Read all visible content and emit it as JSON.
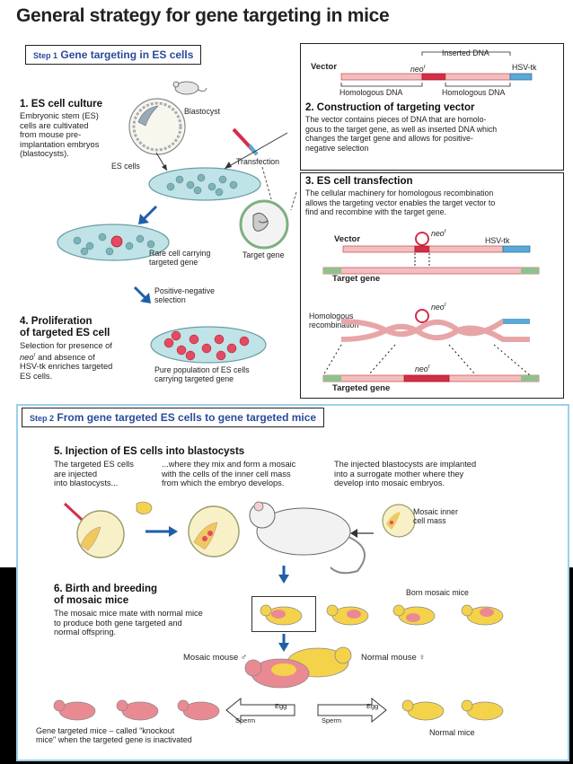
{
  "title": "General strategy for gene targeting in mice",
  "step1": {
    "step": "Step 1",
    "label": "Gene targeting in ES cells"
  },
  "step2": {
    "step": "Step 2",
    "label": "From gene targeted ES cells to gene targeted mice"
  },
  "s1": {
    "heading": "1. ES cell culture",
    "text": [
      "Embryonic stem (ES)",
      "cells are cultivated",
      "from mouse pre-",
      "implantation embryos",
      "(blastocysts)."
    ],
    "blastocyst": "Blastocyst",
    "es_cells": "ES cells",
    "transfection": "Transfection",
    "rare_cell": [
      "Rare cell carrying",
      "targeted gene"
    ],
    "target_gene": "Target gene",
    "selection": [
      "Positive-negative",
      "selection"
    ]
  },
  "s2": {
    "heading": "2. Construction of targeting vector",
    "text": [
      "The vector contains pieces of DNA that are homolo-",
      "gous to the target gene, as well as inserted DNA which",
      "changes the target gene and allows for positive-",
      "negative selection"
    ],
    "vector": "Vector",
    "inserted_dna": "Inserted DNA",
    "neo": "neo",
    "hsv": "HSV-tk",
    "homologous_left": "Homologous DNA",
    "homologous_right": "Homologous DNA"
  },
  "s3": {
    "heading": "3. ES cell transfection",
    "text": [
      "The cellular machinery for homologous recombination",
      "allows the targeting vector enables the target vector to",
      "find and recombine with the target gene."
    ],
    "vector": "Vector",
    "neo": "neo",
    "hsv": "HSV-tk",
    "target_gene": "Target gene",
    "homologous": [
      "Homologous",
      "recombination"
    ],
    "targeted_gene": "Targeted gene"
  },
  "s4": {
    "heading": [
      "4. Proliferation",
      "of targeted ES cell"
    ],
    "text_a": "Selection for presence of",
    "neo": "neo",
    "text_b": " and absence of",
    "text_c": [
      "HSV-tk enriches targeted",
      "ES cells."
    ],
    "pure": [
      "Pure population of ES cells",
      "carrying targeted gene"
    ]
  },
  "s5": {
    "heading": "5. Injection of ES  cells into blastocysts",
    "col1": [
      "The targeted ES cells",
      "are injected",
      "into blastocysts..."
    ],
    "col2": [
      "...where they mix and form a mosaic",
      "with the cells of the inner cell mass",
      "from which the embryo develops."
    ],
    "col3": [
      "The injected blastocysts are implanted",
      "into a surrogate mother where they",
      "develop into mosaic embryos."
    ],
    "mosaic_inner": [
      "Mosaic inner",
      "cell mass"
    ]
  },
  "s6": {
    "heading": [
      "6. Birth and breeding",
      "of mosaic mice"
    ],
    "text": [
      "The mosaic mice mate with normal mice",
      "to produce both gene targeted and",
      "normal offspring."
    ],
    "born": "Born mosaic mice",
    "mosaic_mouse": "Mosaic mouse ♂",
    "normal_mouse": "Normal mouse ♀",
    "sperm_left": "Sperm",
    "egg_left": "Egg",
    "sperm_right": "Sperm",
    "egg_right": "Egg",
    "knockout": [
      "Gene targeted mice – called \"knockout",
      "mice\" when the targeted gene is inactivated"
    ],
    "normal_mice": "Normal mice"
  },
  "colors": {
    "pink": "#e98a93",
    "yellow": "#f4d24a",
    "blue": "#5aa9d6",
    "dish": "#bfe3e6",
    "red": "#d22f4a"
  }
}
